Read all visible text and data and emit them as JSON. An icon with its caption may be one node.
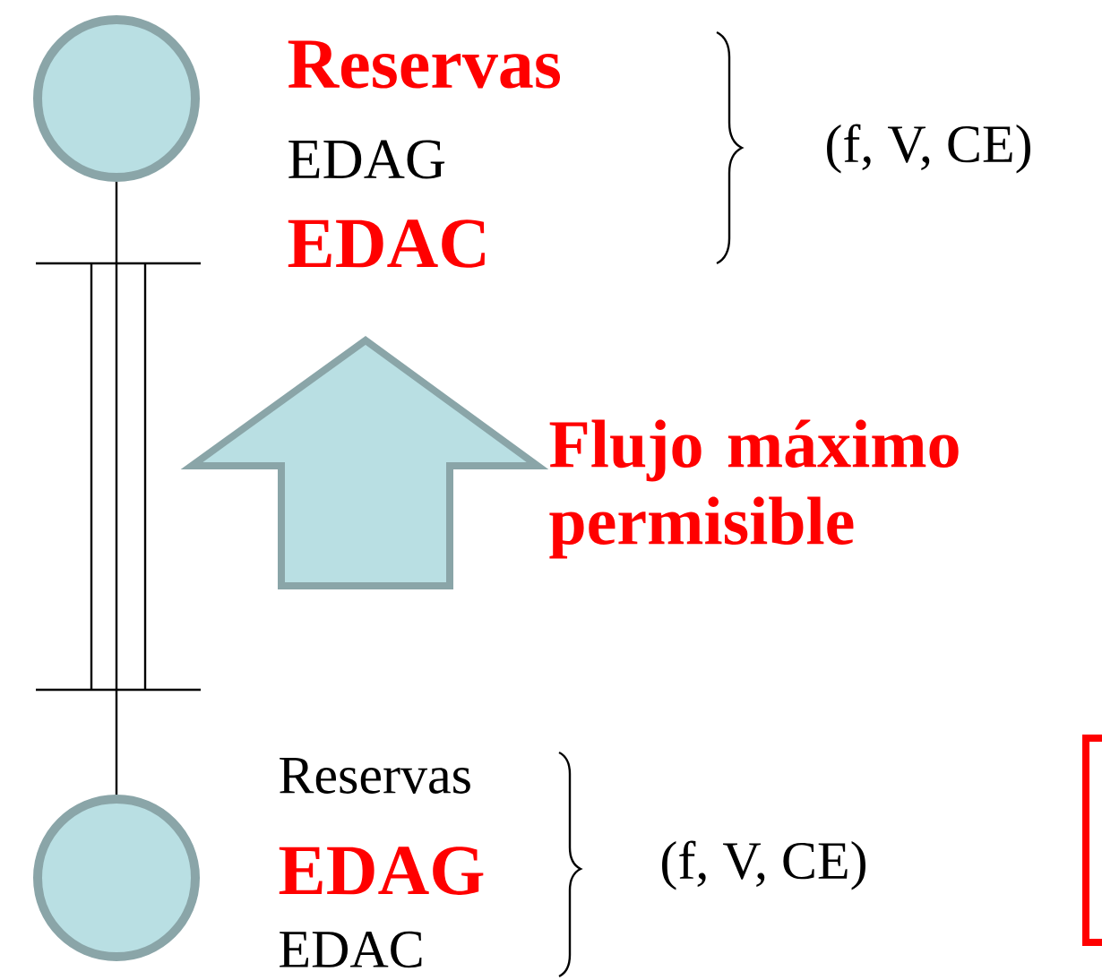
{
  "diagram": {
    "nodes": [
      {
        "text": [],
        "shape": "circle"
      },
      {
        "text": [],
        "shape": "circle"
      }
    ],
    "edges": [
      {
        "from": 0,
        "to": 1,
        "arrow": "none"
      }
    ],
    "labels": [
      "Reservas",
      "EDAG",
      "EDAC",
      "(f, V, CE)",
      "Flujo máximo permisible",
      "Reservas",
      "EDAG",
      "EDAC",
      "(f, V, CE)"
    ]
  }
}
